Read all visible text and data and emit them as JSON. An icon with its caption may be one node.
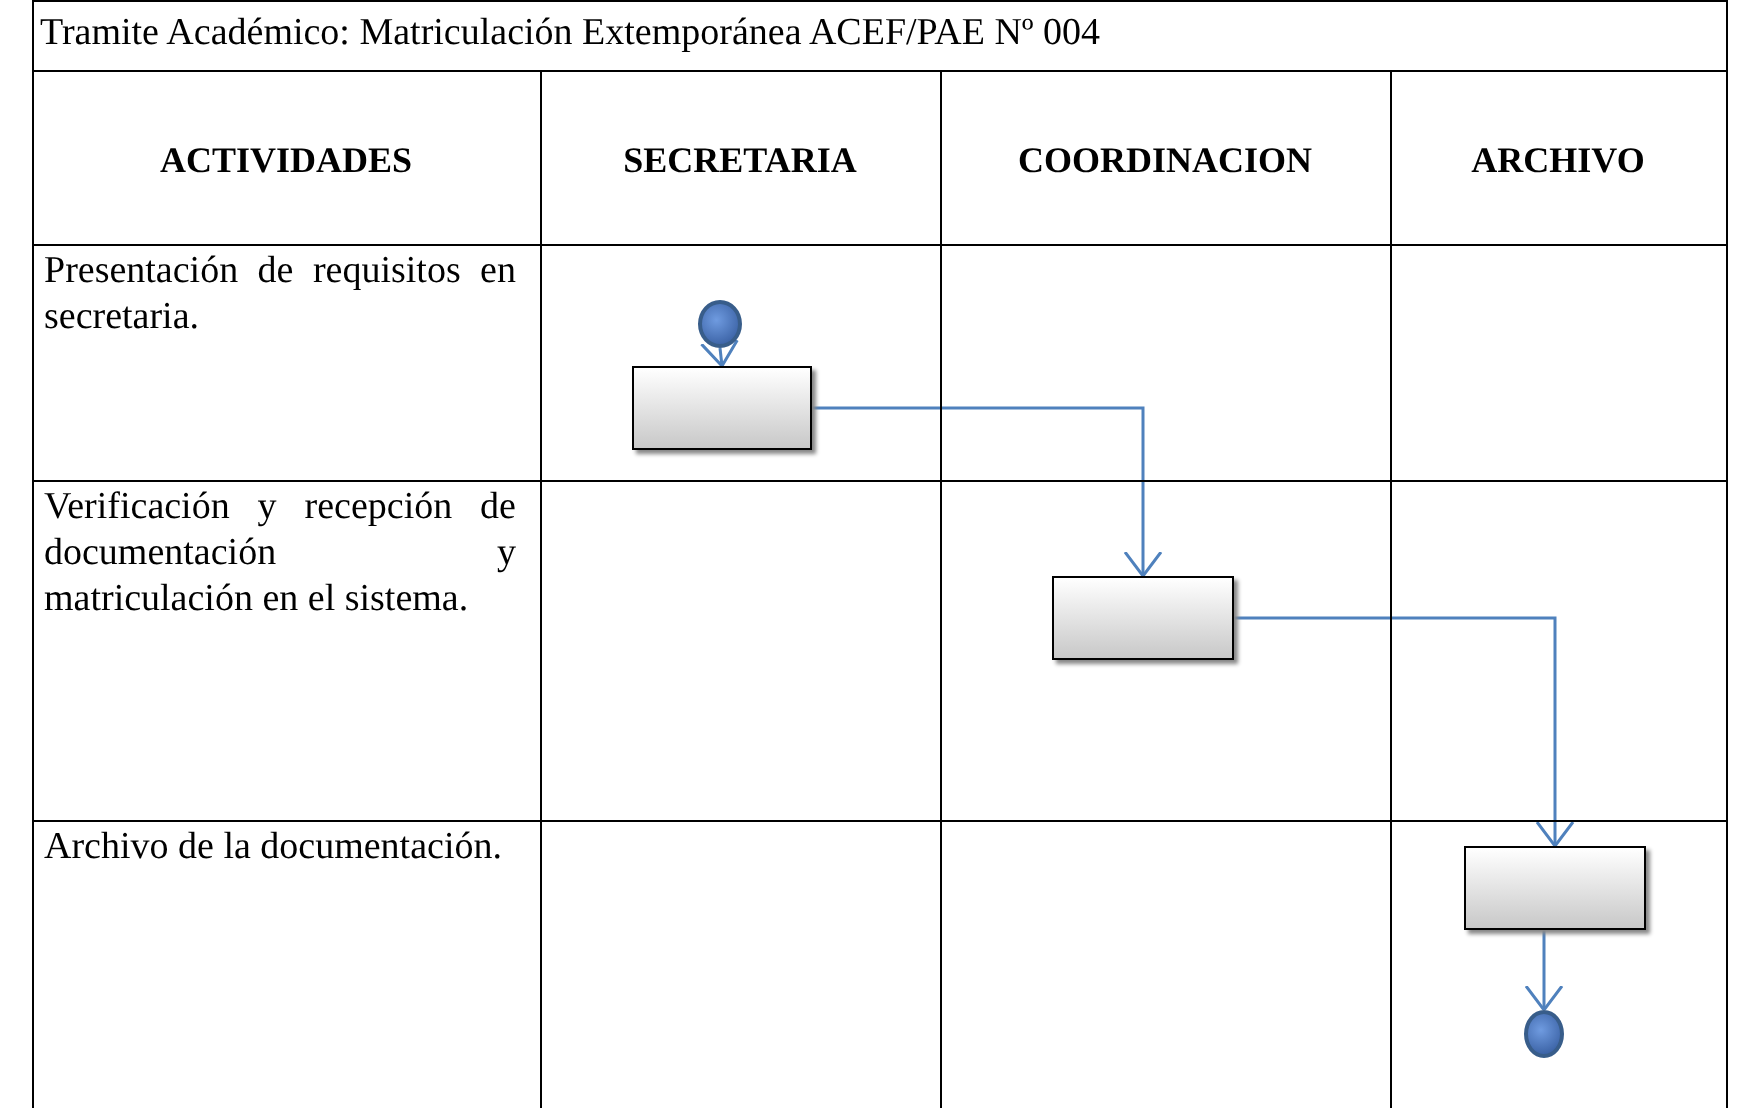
{
  "diagram": {
    "title": "Tramite Académico: Matriculación Extemporánea ACEF/PAE Nº 004",
    "nodes": [
      {
        "text": [],
        "shape": "circle"
      },
      {
        "text": [],
        "shape": "box"
      },
      {
        "text": [],
        "shape": "box"
      },
      {
        "text": [],
        "shape": "box"
      },
      {
        "text": [],
        "shape": "circle"
      }
    ],
    "edges": [
      {
        "from": 0,
        "to": 1,
        "arrow": "to"
      },
      {
        "from": 1,
        "to": 2,
        "arrow": "to"
      },
      {
        "from": 2,
        "to": 3,
        "arrow": "to"
      },
      {
        "from": 3,
        "to": 4,
        "arrow": "to"
      }
    ],
    "labels": [
      "ACTIVIDADES",
      "SECRETARIA",
      "COORDINACION",
      "ARCHIVO",
      "Presentación de requisitos en secretaria.",
      "Verificación y recepción de documentación y matriculación en el sistema.",
      "Archivo de la documentación."
    ]
  }
}
